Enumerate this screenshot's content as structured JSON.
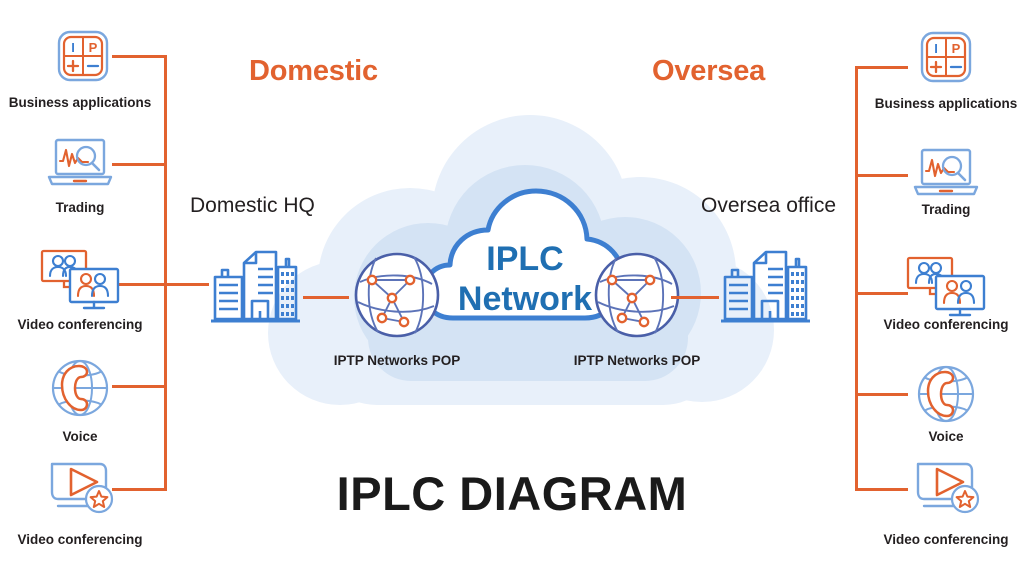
{
  "title": "IPLC DIAGRAM",
  "colors": {
    "orange": "#E2622F",
    "blue": "#3D7FD1",
    "deep_blue": "#1F6FB2",
    "cloud_outer": "#EAF1FA",
    "cloud_mid": "#D6E4F4",
    "cloud_inner": "#C8DCF1",
    "text_dark": "#231f20",
    "background": "#FFFFFF"
  },
  "regions": {
    "left": {
      "label": "Domestic"
    },
    "right": {
      "label": "Oversea"
    }
  },
  "sites": {
    "left": {
      "label": "Domestic HQ",
      "icon": "office-buildings-icon"
    },
    "right": {
      "label": "Oversea office",
      "icon": "office-buildings-icon"
    }
  },
  "cloud": {
    "line1": "IPLC",
    "line2": "Network"
  },
  "pops": {
    "left": {
      "label": "IPTP Networks POP",
      "icon": "network-globe-icon"
    },
    "right": {
      "label": "IPTP Networks POP",
      "icon": "network-globe-icon"
    }
  },
  "services": {
    "left": [
      {
        "label": "Business applications",
        "icon": "business-apps-icon",
        "glyphs": [
          "I",
          "P",
          "+",
          "−"
        ]
      },
      {
        "label": "Trading",
        "icon": "trading-laptop-icon"
      },
      {
        "label": "Video conferencing",
        "icon": "video-conferencing-icon"
      },
      {
        "label": "Voice",
        "icon": "voice-globe-phone-icon"
      },
      {
        "label": "Video conferencing",
        "icon": "video-play-star-icon"
      }
    ],
    "right": [
      {
        "label": "Business applications",
        "icon": "business-apps-icon",
        "glyphs": [
          "I",
          "P",
          "+",
          "−"
        ]
      },
      {
        "label": "Trading",
        "icon": "trading-laptop-icon"
      },
      {
        "label": "Video conferencing",
        "icon": "video-conferencing-icon"
      },
      {
        "label": "Voice",
        "icon": "voice-globe-phone-icon"
      },
      {
        "label": "Video conferencing",
        "icon": "video-play-star-icon"
      }
    ]
  }
}
